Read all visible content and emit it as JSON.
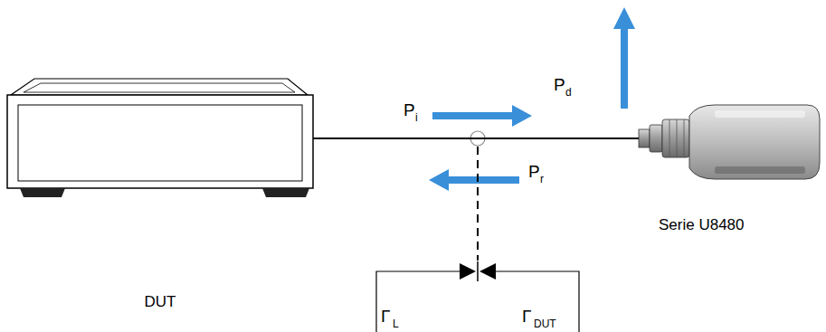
{
  "diagram": {
    "nodes": [
      {
        "text": [
          "DUT"
        ]
      },
      {
        "text": [
          "Serie U8480"
        ]
      }
    ],
    "edges": [
      {
        "from": 0,
        "to": 1,
        "arrow": "none"
      }
    ],
    "labels": [
      "P",
      "i",
      "P",
      "d",
      "P",
      "r",
      "Γ",
      "L",
      "Γ",
      "DUT"
    ]
  }
}
